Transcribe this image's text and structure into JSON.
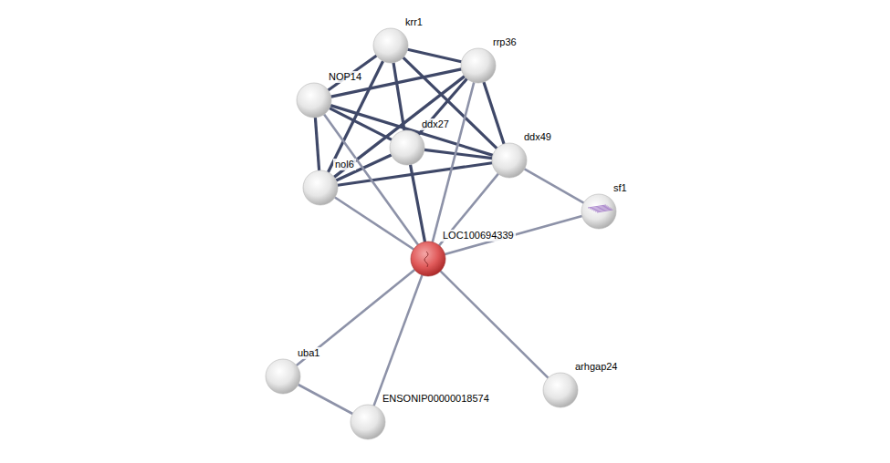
{
  "diagram": {
    "nodes": [
      {
        "text": [
          "krr1"
        ]
      },
      {
        "text": [
          "rrp36"
        ]
      },
      {
        "text": [
          "NOP14"
        ]
      },
      {
        "text": [
          "ddx27"
        ]
      },
      {
        "text": [
          "ddx49"
        ]
      },
      {
        "text": [
          "nol6"
        ]
      },
      {
        "text": [
          "sf1"
        ]
      },
      {
        "text": [
          "LOC100694339"
        ]
      },
      {
        "text": [
          "uba1"
        ]
      },
      {
        "text": [
          "ENSONIP00000018574"
        ]
      },
      {
        "text": [
          "arhgap24"
        ]
      }
    ],
    "edges": [
      {
        "from": 0,
        "to": 1,
        "arrow": "none"
      },
      {
        "from": 0,
        "to": 2,
        "arrow": "none"
      },
      {
        "from": 0,
        "to": 5,
        "arrow": "none"
      },
      {
        "from": 0,
        "to": 3,
        "arrow": "none"
      },
      {
        "from": 0,
        "to": 4,
        "arrow": "none"
      },
      {
        "from": 1,
        "to": 2,
        "arrow": "none"
      },
      {
        "from": 1,
        "to": 3,
        "arrow": "none"
      },
      {
        "from": 1,
        "to": 5,
        "arrow": "none"
      },
      {
        "from": 1,
        "to": 4,
        "arrow": "none"
      },
      {
        "from": 2,
        "to": 5,
        "arrow": "none"
      },
      {
        "from": 2,
        "to": 3,
        "arrow": "none"
      },
      {
        "from": 2,
        "to": 4,
        "arrow": "none"
      },
      {
        "from": 3,
        "to": 5,
        "arrow": "none"
      },
      {
        "from": 3,
        "to": 4,
        "arrow": "none"
      },
      {
        "from": 5,
        "to": 4,
        "arrow": "none"
      },
      {
        "from": 3,
        "to": 7,
        "arrow": "none"
      },
      {
        "from": 1,
        "to": 7,
        "arrow": "none"
      },
      {
        "from": 2,
        "to": 7,
        "arrow": "none"
      },
      {
        "from": 5,
        "to": 7,
        "arrow": "none"
      },
      {
        "from": 4,
        "to": 7,
        "arrow": "none"
      },
      {
        "from": 4,
        "to": 6,
        "arrow": "none"
      },
      {
        "from": 6,
        "to": 7,
        "arrow": "none"
      },
      {
        "from": 7,
        "to": 8,
        "arrow": "none"
      },
      {
        "from": 7,
        "to": 9,
        "arrow": "none"
      },
      {
        "from": 7,
        "to": 10,
        "arrow": "none"
      },
      {
        "from": 8,
        "to": 9,
        "arrow": "none"
      }
    ]
  }
}
